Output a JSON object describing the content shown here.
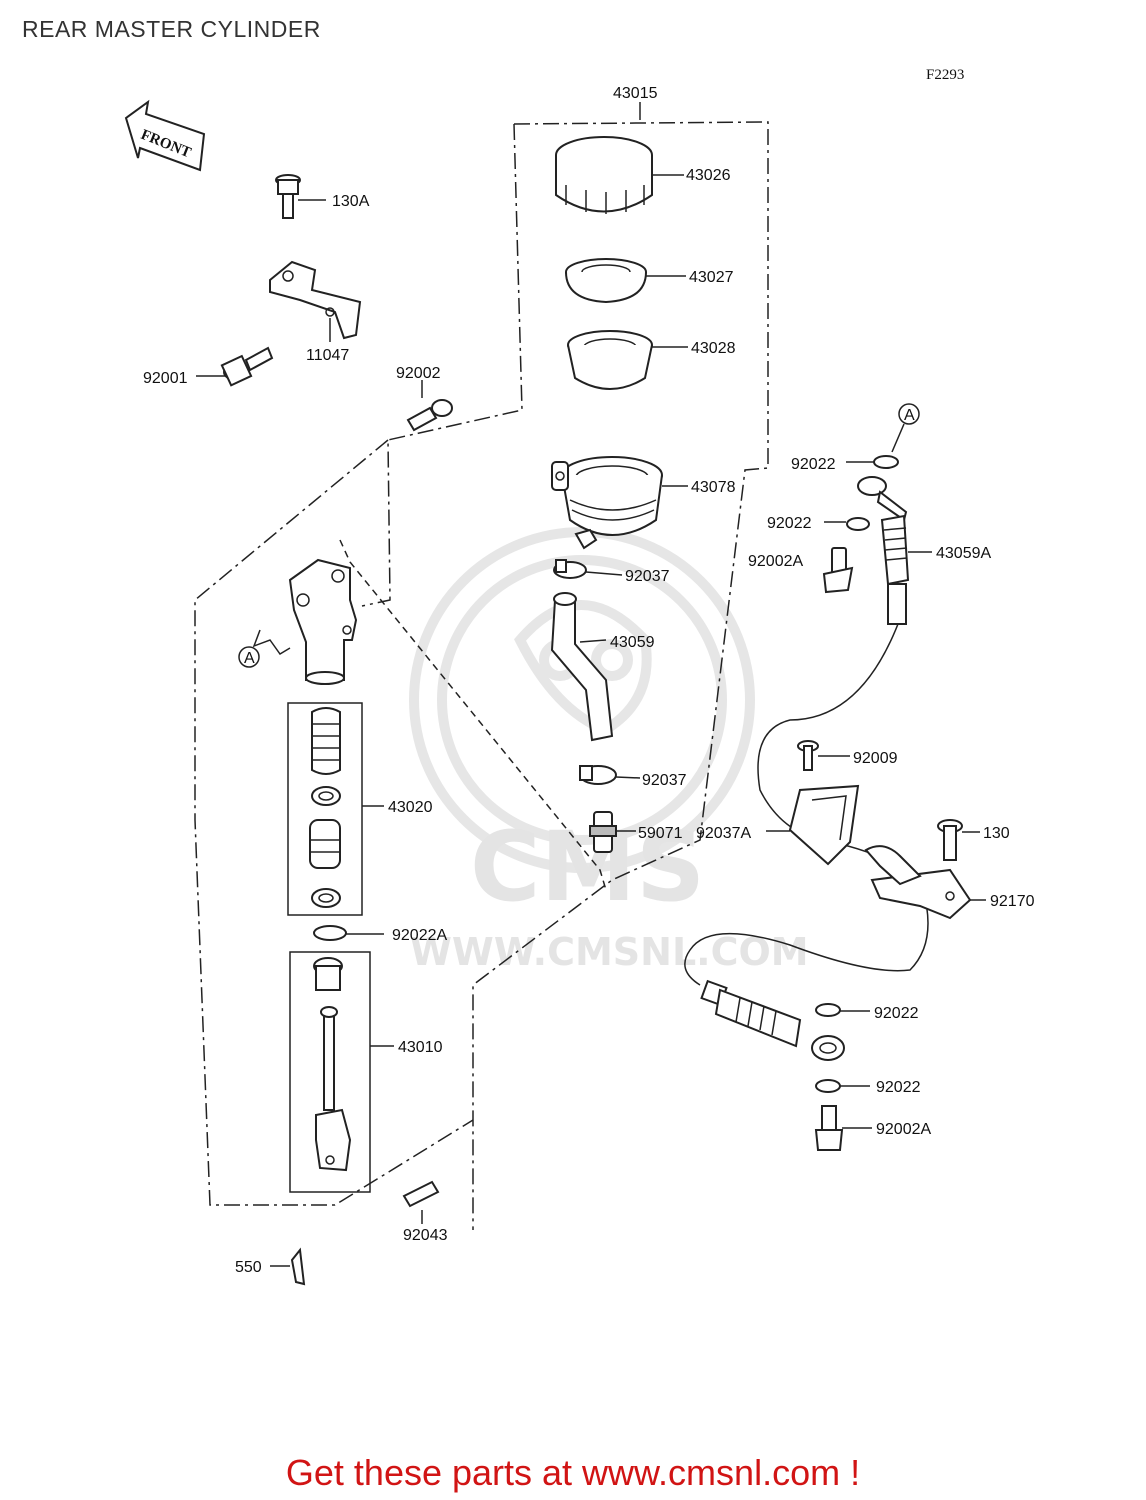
{
  "title": "REAR MASTER CYLINDER",
  "figure_code": "F2293",
  "direction_label": "FRONT",
  "reference_marker": "A",
  "watermark": {
    "logo_text": "CMS",
    "url_text": "WWW.CMSNL.COM"
  },
  "parts": {
    "p43015": "43015",
    "p43026": "43026",
    "p43027": "43027",
    "p43028": "43028",
    "p43078": "43078",
    "p92037_top": "92037",
    "p43059": "43059",
    "p92037_mid": "92037",
    "p59071": "59071",
    "p130A": "130A",
    "p11047": "11047",
    "p92001": "92001",
    "p92002": "92002",
    "p43020": "43020",
    "p92022A": "92022A",
    "p43010": "43010",
    "p92043": "92043",
    "p550": "550",
    "p92022_a": "92022",
    "p92022_b": "92022",
    "p92002A_top": "92002A",
    "p43059A": "43059A",
    "p92009": "92009",
    "p92037A": "92037A",
    "p130": "130",
    "p92170": "92170",
    "p92022_c": "92022",
    "p92022_d": "92022",
    "p92002A_bot": "92002A"
  },
  "footer_text": "Get these parts at www.cmsnl.com !"
}
